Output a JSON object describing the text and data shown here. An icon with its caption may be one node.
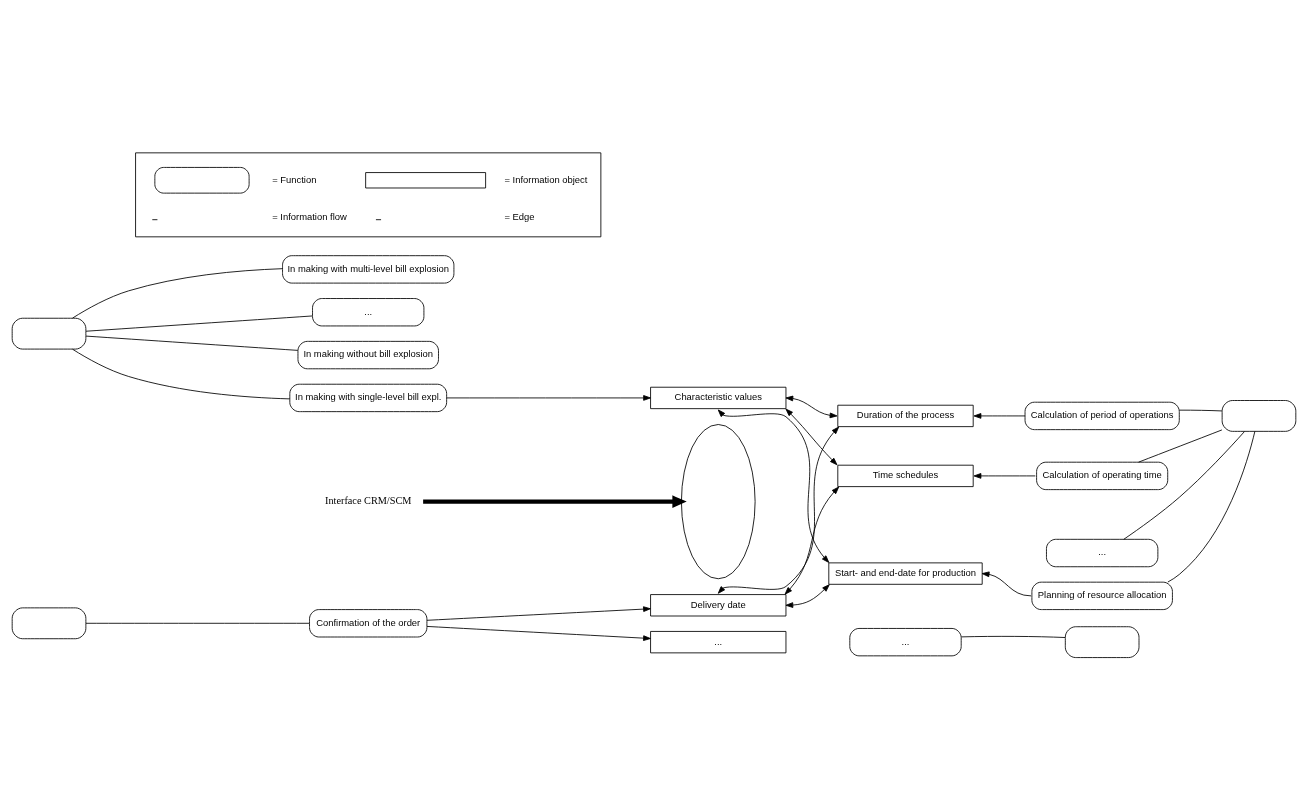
{
  "diagram": {
    "nodes": [
      {
        "text": [],
        "shape": "box"
      },
      {
        "text": [
          "In making without bill explosion"
        ]
      },
      {
        "text": [
          "In making with single-level bill expl."
        ]
      },
      {
        "text": [
          "In making with multi-level bill explosion"
        ]
      },
      {
        "text": [
          "..."
        ]
      },
      {
        "text": [
          "Characteristic values"
        ]
      },
      {
        "text": [
          "Duration of the process"
        ]
      },
      {
        "text": [
          "Time schedules"
        ]
      },
      {
        "text": [
          "Start- and end-date for production"
        ]
      },
      {
        "text": [],
        "shape": "box"
      },
      {
        "text": [
          "Calculation of period of operations"
        ]
      },
      {
        "text": [
          "Calculation of operating time"
        ]
      },
      {
        "text": [
          "Planning of resource allocation"
        ]
      },
      {
        "text": [
          "..."
        ]
      },
      {
        "text": [],
        "shape": "box"
      },
      {
        "text": [
          "Confirmation of the order"
        ]
      },
      {
        "text": [
          "Delivery date"
        ]
      },
      {
        "text": [
          "..."
        ]
      },
      {
        "text": [],
        "shape": "box"
      },
      {
        "text": [
          "..."
        ]
      },
      {
        "text": [],
        "shape": "ellipse"
      },
      {
        "text": [
          "Interface CRM/SCM"
        ]
      }
    ],
    "edges": [
      {
        "from": 0,
        "to": 1,
        "arrow": "none"
      },
      {
        "from": 0,
        "to": 2,
        "arrow": "none"
      },
      {
        "from": 0,
        "to": 3,
        "arrow": "none"
      },
      {
        "from": 0,
        "to": 4,
        "arrow": "none"
      },
      {
        "from": 2,
        "to": 5,
        "arrow": "to"
      },
      {
        "from": 5,
        "to": 6,
        "arrow": "both"
      },
      {
        "from": 5,
        "to": 7,
        "arrow": "both"
      },
      {
        "from": 5,
        "to": 8,
        "arrow": "both"
      },
      {
        "from": 10,
        "to": 6,
        "arrow": "to"
      },
      {
        "from": 11,
        "to": 7,
        "arrow": "to"
      },
      {
        "from": 12,
        "to": 8,
        "arrow": "to"
      },
      {
        "from": 9,
        "to": 10,
        "arrow": "none"
      },
      {
        "from": 9,
        "to": 11,
        "arrow": "none"
      },
      {
        "from": 9,
        "to": 12,
        "arrow": "none"
      },
      {
        "from": 9,
        "to": 13,
        "arrow": "none"
      },
      {
        "from": 14,
        "to": 15,
        "arrow": "none"
      },
      {
        "from": 15,
        "to": 16,
        "arrow": "to"
      },
      {
        "from": 15,
        "to": 17,
        "arrow": "to"
      },
      {
        "from": 16,
        "to": 6,
        "arrow": "both"
      },
      {
        "from": 16,
        "to": 7,
        "arrow": "both"
      },
      {
        "from": 16,
        "to": 8,
        "arrow": "both"
      },
      {
        "from": 18,
        "to": 19,
        "arrow": "none"
      },
      {
        "from": 21,
        "to": 20,
        "arrow": "to",
        "style": "thick"
      }
    ],
    "legend": [
      {
        "text": "= Function"
      },
      {
        "text": "= Information object"
      },
      {
        "text": "= Information flow"
      },
      {
        "text": "= Edge"
      }
    ]
  }
}
